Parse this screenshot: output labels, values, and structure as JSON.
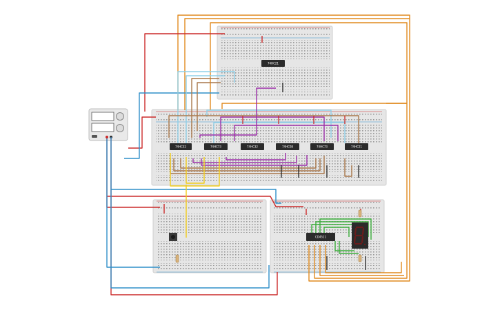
{
  "chips": {
    "top": "74HC21",
    "a1": "74HC32",
    "a2": "74HC73",
    "a3": "74HC32",
    "a4": "74HC08",
    "a5": "74HC73",
    "a6": "74HC21",
    "decoder": "CD4511"
  },
  "colors": {
    "orange": "#e08a1e",
    "red": "#cc2a2a",
    "blue": "#2f8fc9",
    "cyan": "#8fd0e8",
    "brown": "#a9774a",
    "purple": "#9b2ea8",
    "yellow": "#f2cd1a",
    "green": "#3aad3a",
    "black": "#222222",
    "breadboard": "#e6e6e6"
  }
}
